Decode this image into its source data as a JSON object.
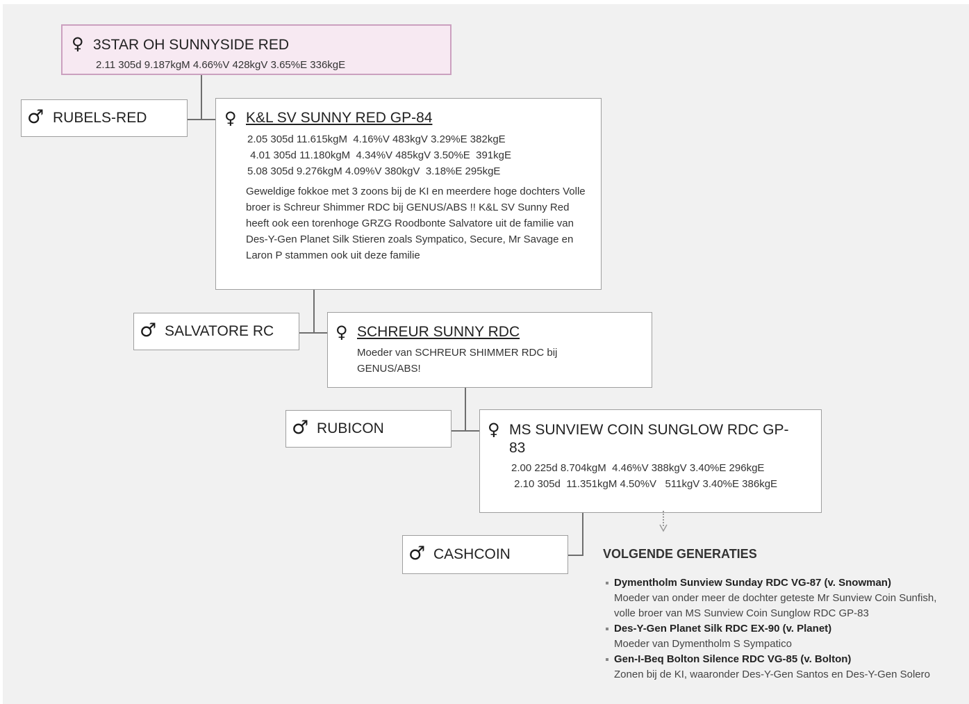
{
  "symbols": {
    "female": "♀",
    "male": "♂"
  },
  "top_dam": {
    "name": "3STAR OH SUNNYSIDE RED",
    "records": [
      "2.11 305d 9.187kgM 4.66%V 428kgV 3.65%E 336kgE"
    ]
  },
  "generations": [
    {
      "sire": "RUBELS-RED",
      "dam": {
        "name": "K&L SV SUNNY RED GP-84",
        "records": [
          "2.05 305d 11.615kgM  4.16%V 483kgV 3.29%E 382kgE",
          " 4.01 305d 11.180kgM  4.34%V 485kgV 3.50%E  391kgE",
          "5.08 305d 9.276kgM 4.09%V 380kgV  3.18%E 295kgE"
        ],
        "description": "Geweldige fokkoe met 3 zoons bij de KI en meerdere hoge dochters Volle broer is Schreur Shimmer RDC bij GENUS/ABS !! K&L SV Sunny Red heeft ook een torenhoge GRZG Roodbonte Salvatore uit de familie van Des-Y-Gen Planet Silk Stieren zoals Sympatico, Secure, Mr Savage en Laron P stammen ook uit deze familie"
      }
    },
    {
      "sire": "SALVATORE RC",
      "dam": {
        "name": "SCHREUR SUNNY RDC",
        "description": "Moeder van SCHREUR SHIMMER RDC bij GENUS/ABS!"
      }
    },
    {
      "sire": "RUBICON",
      "dam": {
        "name": "MS SUNVIEW COIN SUNGLOW RDC GP-83",
        "records": [
          "2.00 225d 8.704kgM  4.46%V 388kgV 3.40%E 296kgE",
          " 2.10 305d  11.351kgM 4.50%V   511kgV 3.40%E 386kgE"
        ]
      }
    },
    {
      "sire": "CASHCOIN"
    }
  ],
  "next_generations": {
    "title": "VOLGENDE GENERATIES",
    "items": [
      {
        "title": "Dymentholm Sunview Sunday RDC VG-87 (v. Snowman)",
        "description": "Moeder van onder meer de dochter geteste Mr Sunview Coin Sunfish, volle broer van MS Sunview Coin Sunglow RDC GP-83"
      },
      {
        "title": "Des-Y-Gen Planet Silk RDC EX-90 (v. Planet)",
        "description": "Moeder van Dymentholm S Sympatico"
      },
      {
        "title": "Gen-I-Beq Bolton Silence RDC VG-85 (v. Bolton)",
        "description": "Zonen bij de KI, waaronder Des-Y-Gen Santos en Des-Y-Gen Solero"
      }
    ]
  }
}
